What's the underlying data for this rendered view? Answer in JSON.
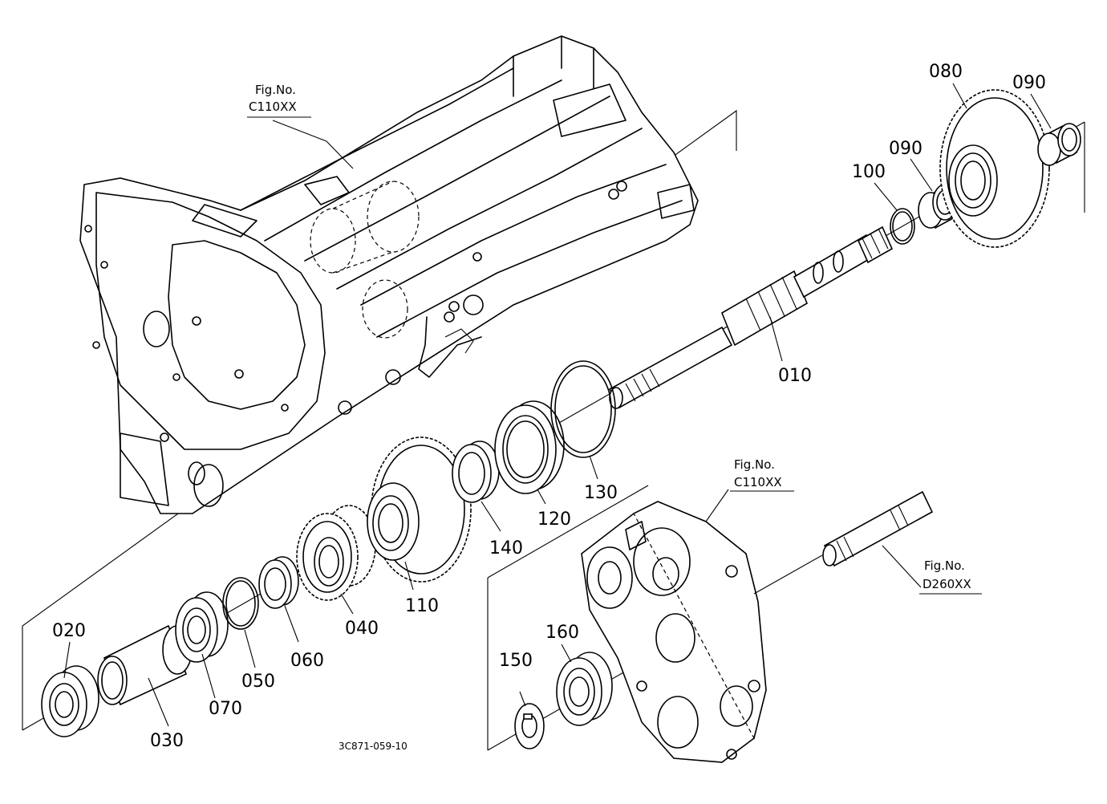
{
  "diagram": {
    "part_labels": {
      "p010": "010",
      "p020": "020",
      "p030": "030",
      "p040": "040",
      "p050": "050",
      "p060": "060",
      "p070": "070",
      "p080": "080",
      "p090a": "090",
      "p090b": "090",
      "p100": "100",
      "p110": "110",
      "p120": "120",
      "p130": "130",
      "p140": "140",
      "p150": "150",
      "p160": "160"
    },
    "fig_refs": {
      "housing": {
        "title": "Fig.No.",
        "code": "C110XX"
      },
      "cover": {
        "title": "Fig.No.",
        "code": "C110XX"
      },
      "shaft": {
        "title": "Fig.No.",
        "code": "D260XX"
      }
    },
    "drawing_code": "3C871-059-10"
  }
}
